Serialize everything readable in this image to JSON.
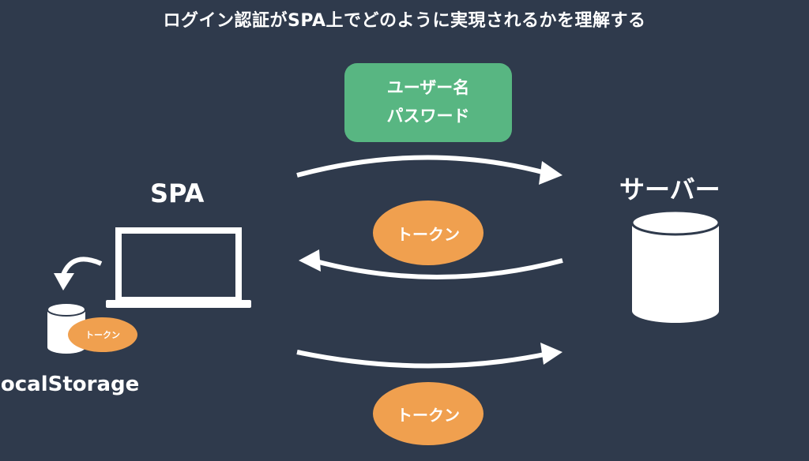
{
  "title": "ログイン認証がSPA上でどのように実現されるかを理解する",
  "spa_label": "SPA",
  "server_label": "サーバー",
  "storage_label": "localStorage",
  "credentials": {
    "line1": "ユーザー名",
    "line2": "パスワード"
  },
  "token_label": "トークン",
  "colors": {
    "background": "#2f3a4c",
    "credentials_box": "#58b682",
    "token": "#f0a04f",
    "arrow": "#ffffff"
  },
  "icons": [
    "laptop-icon",
    "database-icon",
    "small-database-icon",
    "curved-arrow-icon"
  ]
}
